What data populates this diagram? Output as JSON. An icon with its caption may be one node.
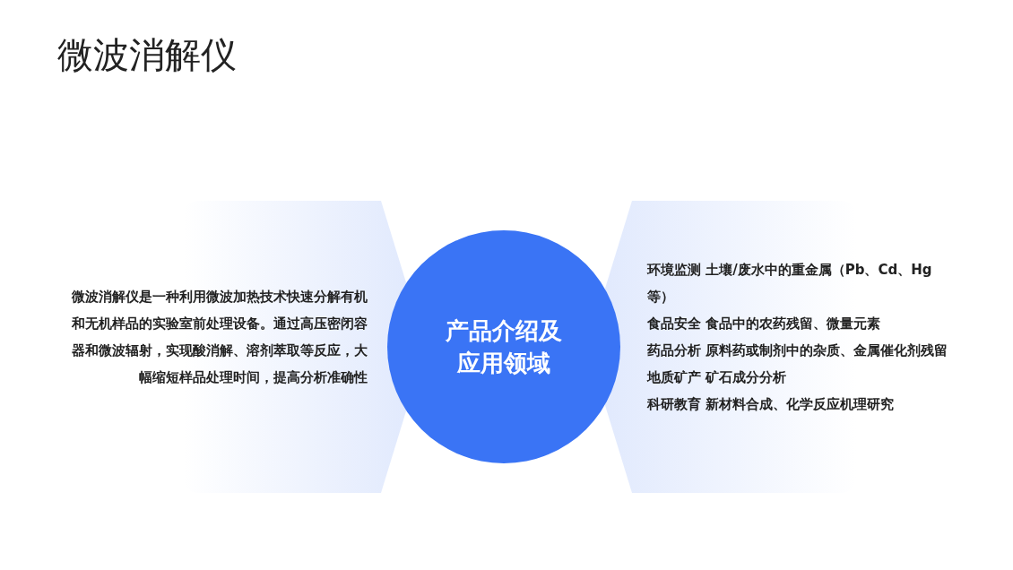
{
  "diagram": {
    "title": "微波消解仪",
    "nodes": [
      {
        "text": [
          "微波消解仪是一种利用微波加热技术快速分解有机和无机样品的实验室前处理设备。通过高压密闭容器和微波辐射，实现酸消解、溶剂萃取等反应，大幅缩短样品处理时间，提高分析准确性"
        ]
      },
      {
        "text": [
          "产品介绍及应用领域"
        ]
      },
      {
        "text": [
          "环境监测 土壤/废水中的重金属（Pb、Cd、Hg等）",
          "食品安全 食品中的农药残留、微量元素",
          "药品分析 原料药或制剂中的杂质、金属催化剂残留",
          "地质矿产 矿石成分分析",
          "科研教育 新材料合成、化学反应机理研究"
        ]
      }
    ]
  }
}
